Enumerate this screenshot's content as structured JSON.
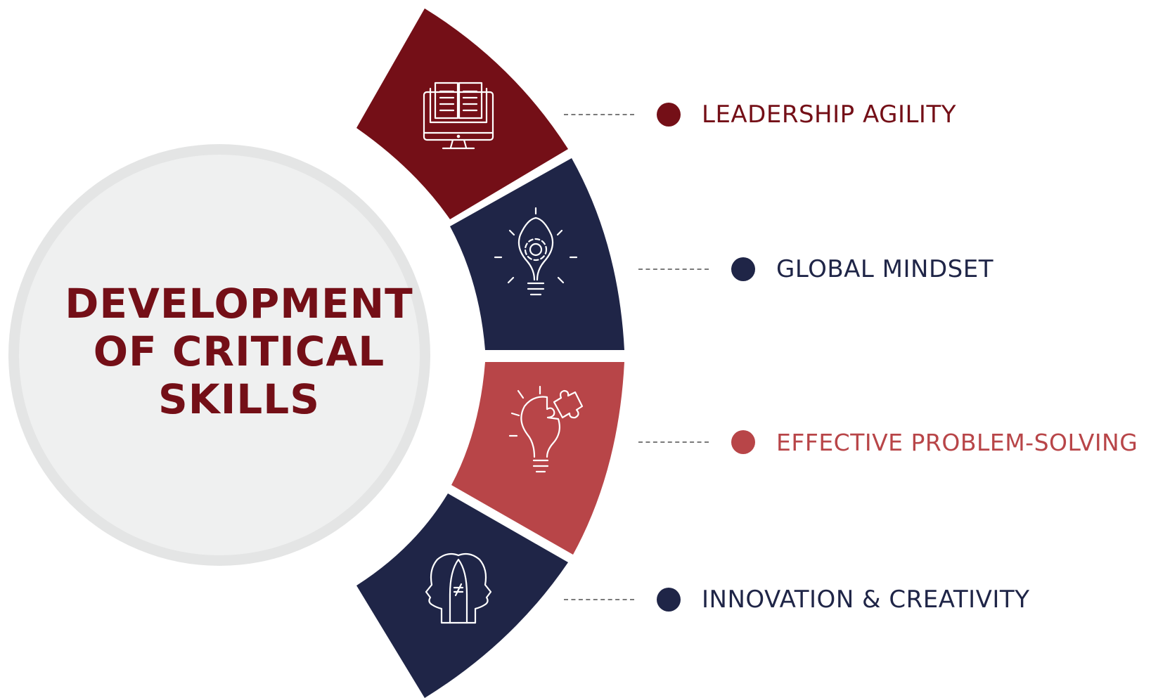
{
  "colors": {
    "crimson": "#740f17",
    "navy": "#1f2547",
    "rose": "#b84548",
    "circle_fill": "#eeefef",
    "circle_ring": "#e2e3e3"
  },
  "title_lines": [
    "DEVELOPMENT",
    "OF CRITICAL",
    "SKILLS"
  ],
  "skills": [
    {
      "label": "LEADERSHIP AGILITY",
      "color": "#740f17",
      "icon": "book-computer-icon"
    },
    {
      "label": "GLOBAL MINDSET",
      "color": "#1f2547",
      "icon": "lightbulb-gear-icon"
    },
    {
      "label": "EFFECTIVE PROBLEM-SOLVING",
      "color": "#b84548",
      "icon": "lightbulb-puzzle-icon"
    },
    {
      "label": "INNOVATION & CREATIVITY",
      "color": "#1f2547",
      "icon": "two-heads-icon"
    }
  ]
}
